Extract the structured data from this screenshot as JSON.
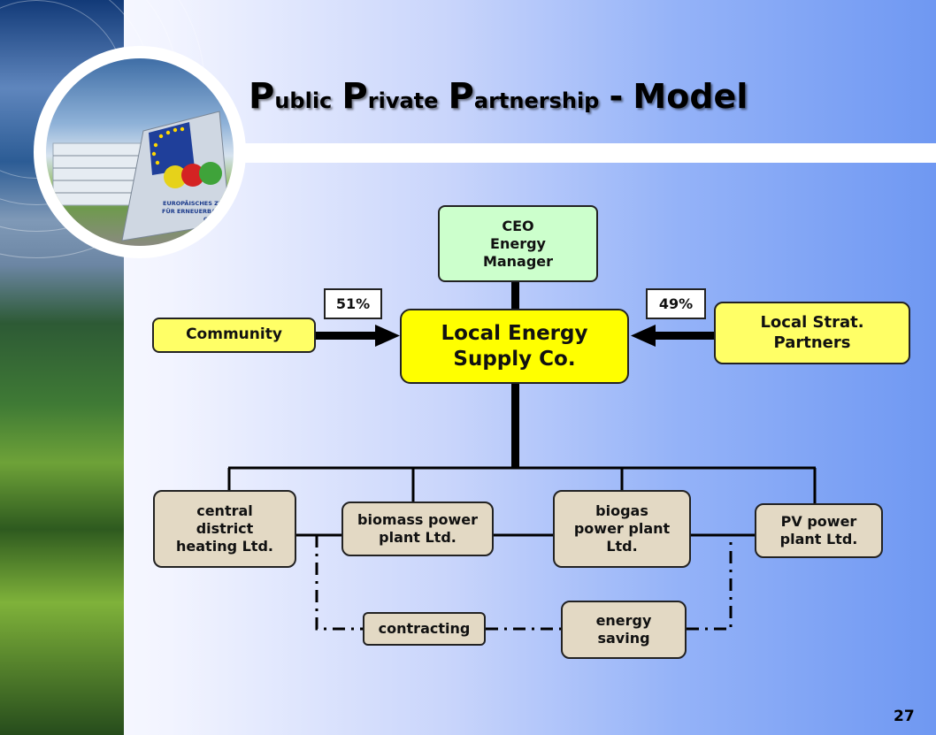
{
  "title": {
    "word1_cap": "P",
    "word1_rest": "ublic",
    "word2_cap": "P",
    "word2_rest": "rivate",
    "word3_cap": "P",
    "word3_rest": "artnership",
    "dash": "-",
    "model": "Model"
  },
  "logo": {
    "sign_line1": "EUROPÄISCHES ZENTRUM",
    "sign_line2": "FÜR ERNEUERBARE ENERGIE",
    "sign_line3": "GÜSSING"
  },
  "nodes": {
    "ceo": [
      "CEO",
      "Energy",
      "Manager"
    ],
    "local_energy": [
      "Local Energy",
      "Supply Co."
    ],
    "community": "Community",
    "partners": [
      "Local Strat.",
      "Partners"
    ],
    "share_community": "51%",
    "share_partners": "49%",
    "central_district": [
      "central",
      "district",
      "heating Ltd."
    ],
    "biomass": [
      "biomass power",
      "plant Ltd."
    ],
    "biogas": [
      "biogas",
      "power plant",
      "Ltd."
    ],
    "pv": [
      "PV power",
      "plant Ltd."
    ],
    "contracting": "contracting",
    "energy_saving": [
      "energy",
      "saving"
    ]
  },
  "page_number": "27"
}
